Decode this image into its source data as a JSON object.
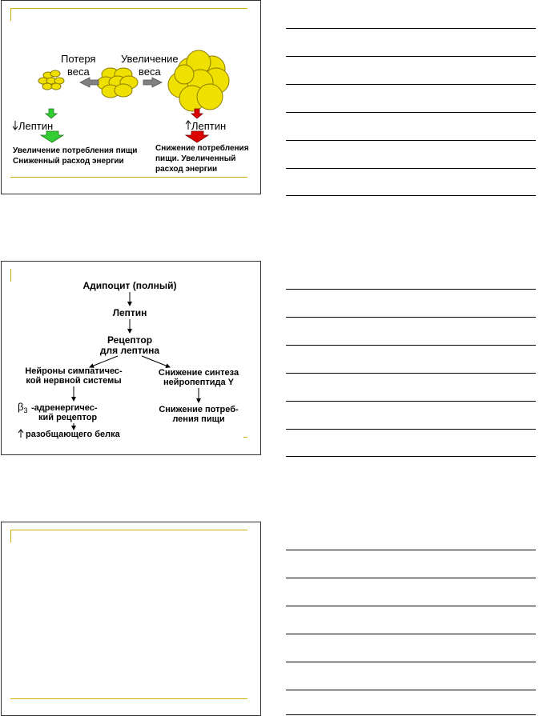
{
  "slide1": {
    "label_loss": [
      "Потеря",
      "веса"
    ],
    "label_gain": [
      "Увеличение",
      "веса"
    ],
    "leptin_left": "Лептин",
    "leptin_right": "Лептин",
    "effect_left": [
      "Увеличение потребления пищи",
      "Сниженный расход энергии"
    ],
    "effect_right": [
      "Снижение потребления",
      "пищи. Увеличенный",
      "расход энергии"
    ]
  },
  "slide2": {
    "adipocyte": "Адипоцит (полный)",
    "leptin": "Лептин",
    "receptor": [
      "Рецептор",
      "для лептина"
    ],
    "neurons": [
      "Нейроны симпатичес-",
      "кой нервной системы"
    ],
    "npy": [
      "Снижение синтеза",
      "нейропептида Y"
    ],
    "beta_symbol": "β",
    "beta_sub": "3",
    "beta_receptor": [
      "-адренергичес-",
      "кий рецептор"
    ],
    "food_reduction": [
      "Снижение потреб-",
      "ления пищи"
    ],
    "uncoupling": "разобщающего белка"
  },
  "colors": {
    "accent_line": "#d4b000",
    "green_arrow": "#33cc33",
    "red_arrow": "#dd0000",
    "gray_arrow": "#808080",
    "cell_fill": "#f0e000",
    "cell_stroke": "#8a7a00"
  }
}
